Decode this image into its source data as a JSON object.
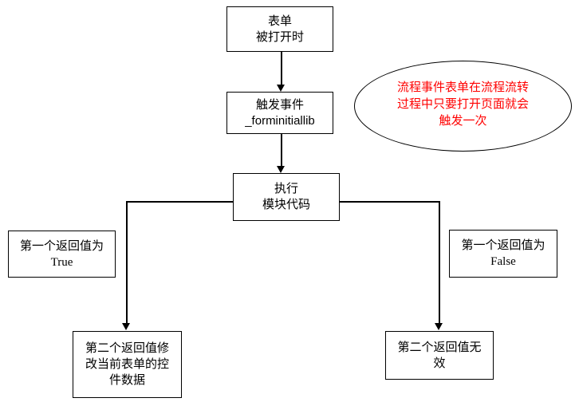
{
  "colors": {
    "background": "#ffffff",
    "line": "#000000",
    "node_text": "#000000",
    "annotation_text": "#ff0000"
  },
  "nodes": {
    "form_opened": {
      "lines": [
        "表单",
        "被打开时"
      ]
    },
    "trigger_event": {
      "lines": [
        "触发事件",
        "_forminitiallib"
      ]
    },
    "execute_module": {
      "lines": [
        "执行",
        "模块代码"
      ]
    },
    "first_return_true": {
      "label": "第一个返回值为",
      "value": "True"
    },
    "first_return_false": {
      "label": "第一个返回值为",
      "value": "False"
    },
    "second_return_modify": {
      "text": "第二个返回值修改当前表单的控件数据"
    },
    "second_return_invalid": {
      "text": "第二个返回值无效"
    }
  },
  "annotation": {
    "lines": [
      "流程事件表单在流程流转",
      "过程中只要打开页面就会",
      "触发一次"
    ]
  }
}
